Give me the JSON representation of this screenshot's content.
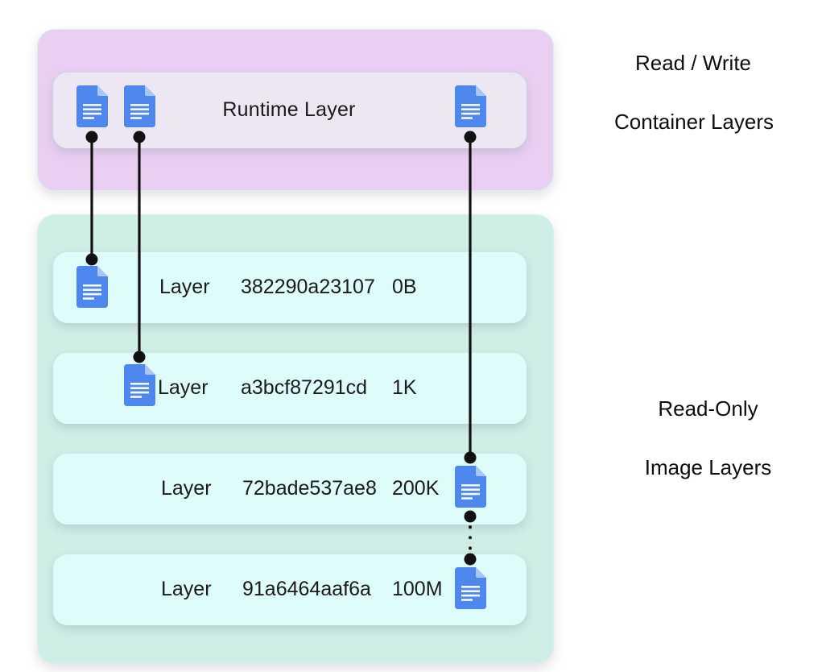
{
  "diagram": {
    "title_runtime": "Runtime Layer",
    "colors": {
      "container_panel": "#E9CFF2",
      "image_panel": "#CFEEE6",
      "runtime_card": "#EDE6F3",
      "layer_card": "#DEFCFA",
      "doc_blue": "#4E87EE",
      "doc_fold": "#A9C6F6",
      "connector": "#111111"
    }
  },
  "container_section": {
    "card_label": "Runtime Layer",
    "icons": [
      "document-icon",
      "document-icon",
      "document-icon"
    ],
    "annotations": {
      "line1": "Read / Write",
      "line2": "Container Layers"
    }
  },
  "image_section": {
    "annotations": {
      "line1": "Read-Only",
      "line2": "Image Layers"
    },
    "layers": [
      {
        "label": "Layer",
        "id": "382290a23107",
        "size": "0B",
        "icon_side": "left"
      },
      {
        "label": "Layer",
        "id": "a3bcf87291cd",
        "size": "1K",
        "icon_side": "left"
      },
      {
        "label": "Layer",
        "id": "72bade537ae8",
        "size": "200K",
        "icon_side": "right"
      },
      {
        "label": "Layer",
        "id": "91a6464aaf6a",
        "size": "100M",
        "icon_side": "right"
      }
    ]
  },
  "connectors": [
    {
      "name": "runtime-doc1-to-layer0",
      "style": "solid"
    },
    {
      "name": "runtime-doc2-to-layer1",
      "style": "solid"
    },
    {
      "name": "runtime-doc3-to-layer2",
      "style": "solid"
    },
    {
      "name": "layer2-to-layer3",
      "style": "dotted"
    }
  ]
}
